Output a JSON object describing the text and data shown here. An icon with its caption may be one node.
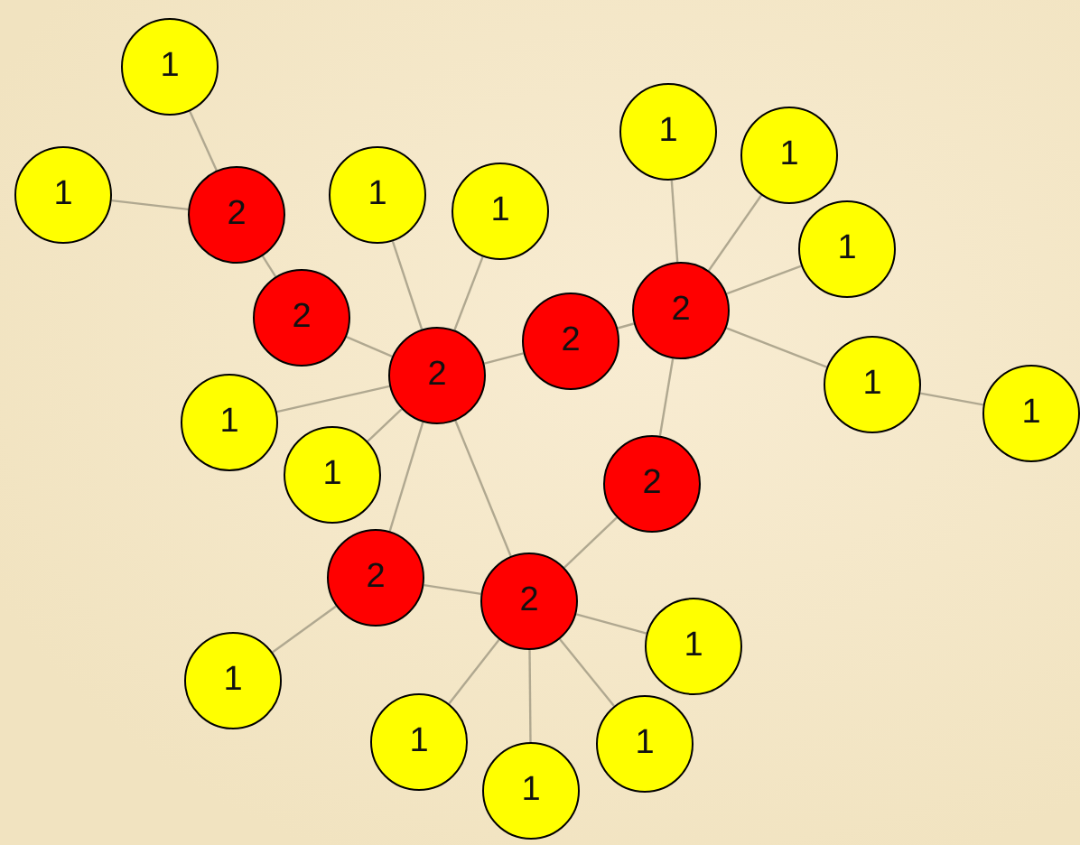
{
  "diagram": {
    "nodes": [
      {
        "text": [
          "1"
        ]
      },
      {
        "text": [
          "1"
        ]
      },
      {
        "text": [
          "1"
        ]
      },
      {
        "text": [
          "1"
        ]
      },
      {
        "text": [
          "1"
        ]
      },
      {
        "text": [
          "2"
        ]
      },
      {
        "text": [
          "1"
        ]
      },
      {
        "text": [
          "1"
        ]
      },
      {
        "text": [
          "2"
        ]
      },
      {
        "text": [
          "2"
        ]
      },
      {
        "text": [
          "2"
        ]
      },
      {
        "text": [
          "2"
        ]
      },
      {
        "text": [
          "1"
        ]
      },
      {
        "text": [
          "1"
        ]
      },
      {
        "text": [
          "1"
        ]
      },
      {
        "text": [
          "1"
        ]
      },
      {
        "text": [
          "2"
        ]
      },
      {
        "text": [
          "2"
        ]
      },
      {
        "text": [
          "2"
        ]
      },
      {
        "text": [
          "1"
        ]
      },
      {
        "text": [
          "1"
        ]
      },
      {
        "text": [
          "1"
        ]
      },
      {
        "text": [
          "1"
        ]
      },
      {
        "text": [
          "1"
        ]
      }
    ],
    "edges": [
      {
        "from": 0,
        "to": 5,
        "arrow": "none"
      },
      {
        "from": 3,
        "to": 5,
        "arrow": "none"
      },
      {
        "from": 5,
        "to": 9,
        "arrow": "none"
      },
      {
        "from": 9,
        "to": 11,
        "arrow": "none"
      },
      {
        "from": 4,
        "to": 11,
        "arrow": "none"
      },
      {
        "from": 6,
        "to": 11,
        "arrow": "none"
      },
      {
        "from": 14,
        "to": 11,
        "arrow": "none"
      },
      {
        "from": 15,
        "to": 11,
        "arrow": "none"
      },
      {
        "from": 11,
        "to": 10,
        "arrow": "none"
      },
      {
        "from": 10,
        "to": 8,
        "arrow": "none"
      },
      {
        "from": 1,
        "to": 8,
        "arrow": "none"
      },
      {
        "from": 2,
        "to": 8,
        "arrow": "none"
      },
      {
        "from": 7,
        "to": 8,
        "arrow": "none"
      },
      {
        "from": 12,
        "to": 8,
        "arrow": "none"
      },
      {
        "from": 12,
        "to": 13,
        "arrow": "none"
      },
      {
        "from": 8,
        "to": 16,
        "arrow": "none"
      },
      {
        "from": 16,
        "to": 18,
        "arrow": "none"
      },
      {
        "from": 11,
        "to": 17,
        "arrow": "none"
      },
      {
        "from": 11,
        "to": 18,
        "arrow": "none"
      },
      {
        "from": 17,
        "to": 20,
        "arrow": "none"
      },
      {
        "from": 17,
        "to": 18,
        "arrow": "none"
      },
      {
        "from": 18,
        "to": 19,
        "arrow": "none"
      },
      {
        "from": 18,
        "to": 21,
        "arrow": "none"
      },
      {
        "from": 18,
        "to": 23,
        "arrow": "none"
      },
      {
        "from": 18,
        "to": 22,
        "arrow": "none"
      }
    ]
  }
}
